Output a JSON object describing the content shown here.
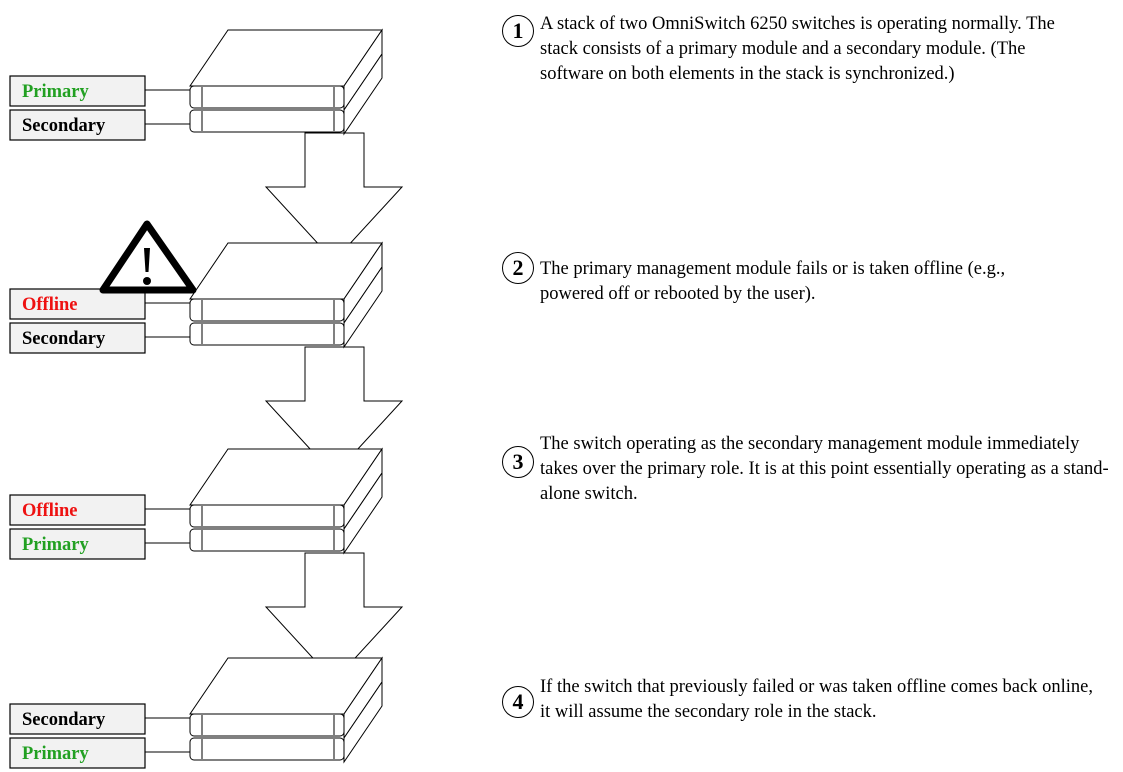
{
  "colors": {
    "primary": "#22a022",
    "offline": "#ee1111",
    "secondary": "#000000",
    "label_fill": "#f2f2f2",
    "outline": "#000000"
  },
  "stacks": [
    {
      "top_label": {
        "text": "Primary",
        "role": "primary"
      },
      "bottom_label": {
        "text": "Secondary",
        "role": "secondary"
      },
      "warning": false
    },
    {
      "top_label": {
        "text": "Offline",
        "role": "offline"
      },
      "bottom_label": {
        "text": "Secondary",
        "role": "secondary"
      },
      "warning": true,
      "warning_icon": "warning-triangle-icon"
    },
    {
      "top_label": {
        "text": "Offline",
        "role": "offline"
      },
      "bottom_label": {
        "text": "Primary",
        "role": "primary"
      },
      "warning": false
    },
    {
      "top_label": {
        "text": "Secondary",
        "role": "secondary"
      },
      "bottom_label": {
        "text": "Primary",
        "role": "primary"
      },
      "warning": false
    }
  ],
  "steps": [
    {
      "number": "1",
      "text": "A stack of two OmniSwitch 6250 switches is operating normally. The stack consists of a primary module and a secondary module. (The software on both elements in the stack is synchronized.)"
    },
    {
      "number": "2",
      "text": "The primary management module fails or is taken offline (e.g., powered off or rebooted by the user)."
    },
    {
      "number": "3",
      "text": "The switch operating as the secondary management module immediately takes over the primary role. It is at this point essentially operating as a stand-alone switch."
    },
    {
      "number": "4",
      "text": "If the switch that previously failed or was taken offline comes back online, it will assume the secondary role in the stack."
    }
  ]
}
